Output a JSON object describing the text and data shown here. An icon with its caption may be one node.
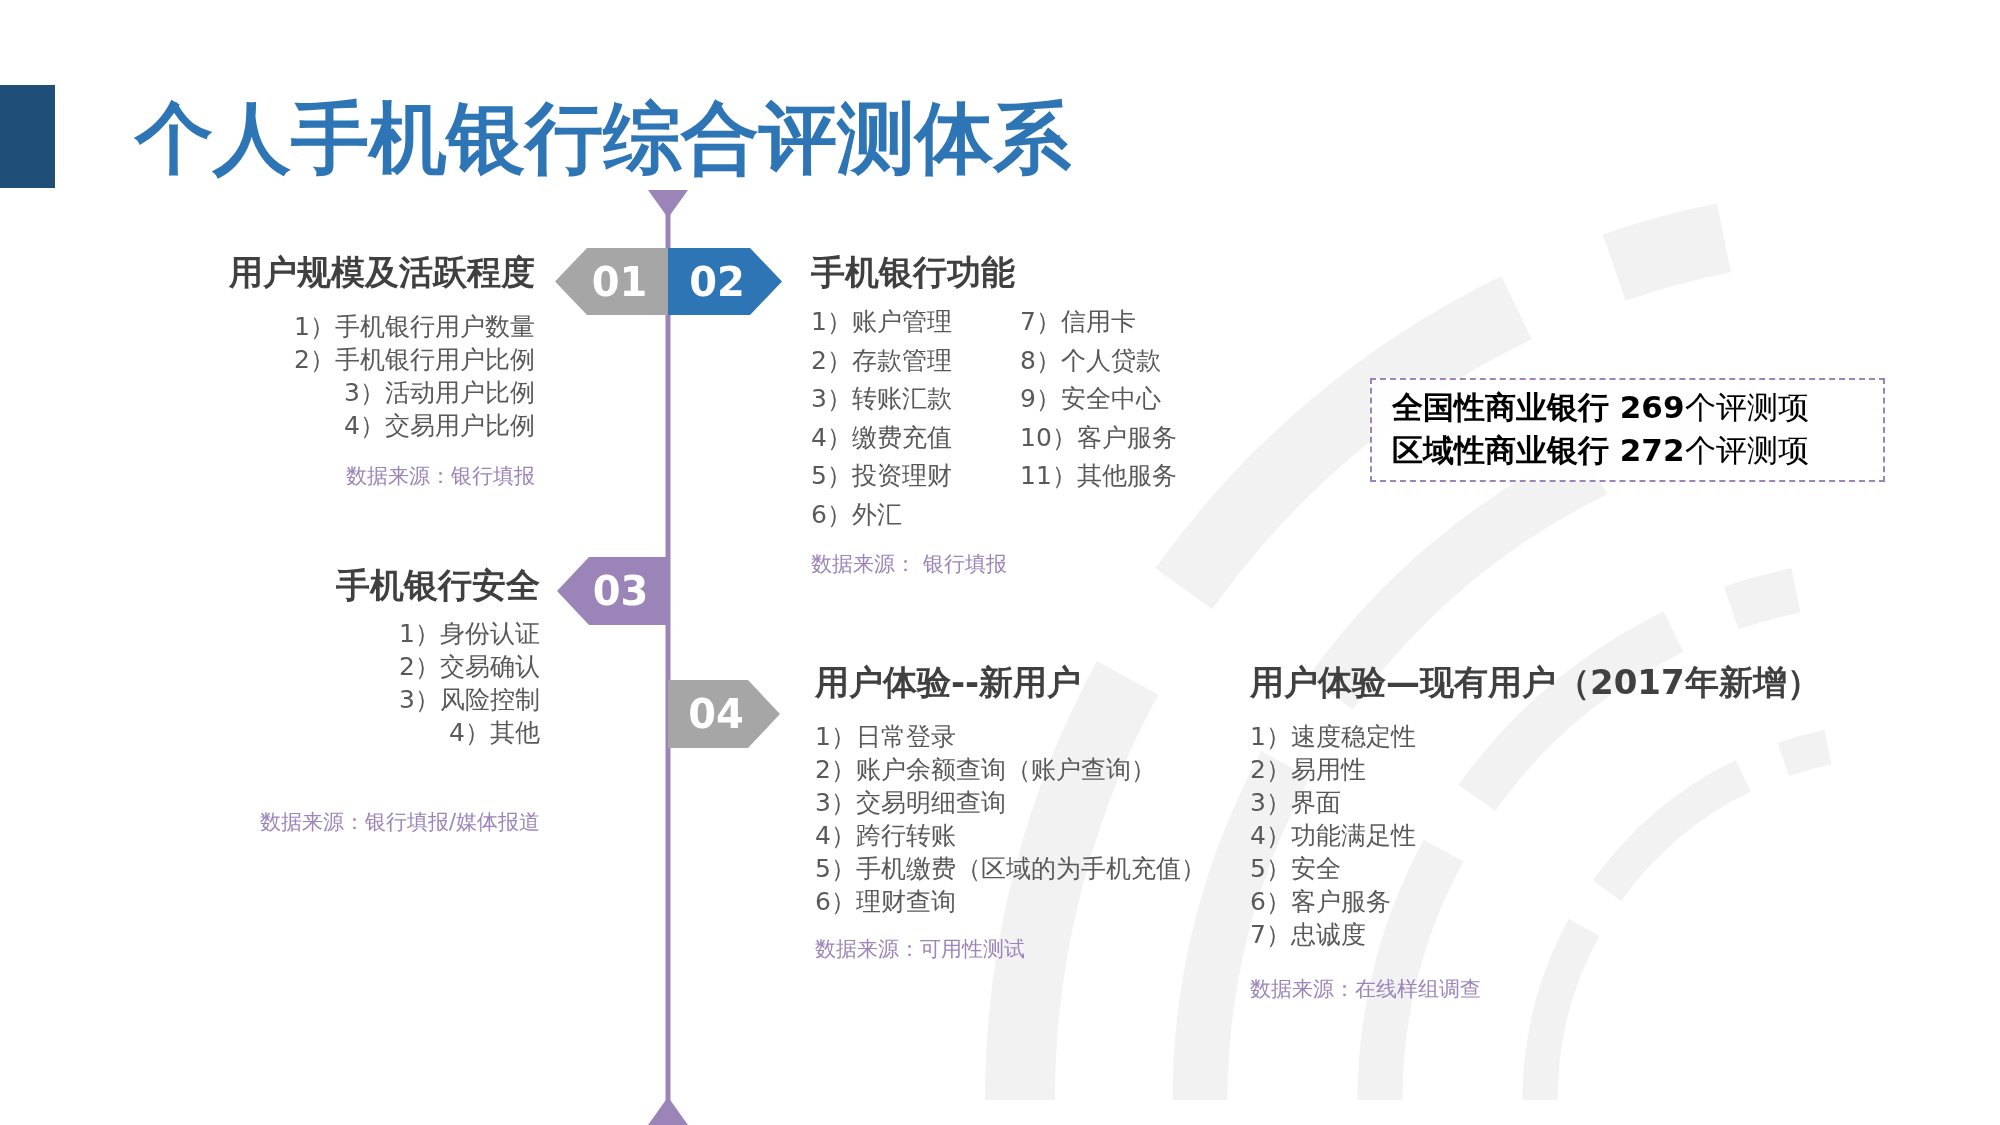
{
  "diagram": {
    "title": "个人手机银行综合评测体系",
    "nodes": [
      {
        "text": [
          "01"
        ],
        "beside": [
          "用户规模及活跃程度",
          "1）手机银行用户数量",
          "2）手机银行用户比例",
          "3）活动用户比例",
          "4）交易用户比例",
          "数据来源：银行填报"
        ]
      },
      {
        "text": [
          "02"
        ],
        "beside": [
          "手机银行功能",
          "1）账户管理",
          "2）存款管理",
          "3）转账汇款",
          "4）缴费充值",
          "5）投资理财",
          "6）外汇",
          "7）信用卡",
          "8）个人贷款",
          "9）安全中心",
          "10）客户服务",
          "11）其他服务",
          "数据来源：  银行填报"
        ]
      },
      {
        "text": [
          "03"
        ],
        "beside": [
          "手机银行安全",
          "1）身份认证",
          "2）交易确认",
          "3）风险控制",
          "4）其他",
          "数据来源：银行填报/媒体报道"
        ]
      },
      {
        "text": [
          "04"
        ],
        "beside": [
          "用户体验--新用户",
          "1）日常登录",
          "2）账户余额查询（账户查询）",
          "3）交易明细查询",
          "4）跨行转账",
          "5）手机缴费（区域的为手机充值）",
          "6）理财查询",
          "数据来源：可用性测试"
        ]
      },
      {
        "text": [
          "**全国性商业银行 269**个评测项",
          "**区域性商业银行 272**个评测项"
        ]
      }
    ],
    "labels": [
      "用户体验—现有用户（2017年新增）",
      "1）速度稳定性",
      "2）易用性",
      "3）界面",
      "4）功能满足性",
      "5）安全",
      "6）客户服务",
      "7）忠诚度",
      "数据来源：在线样组调查"
    ]
  }
}
